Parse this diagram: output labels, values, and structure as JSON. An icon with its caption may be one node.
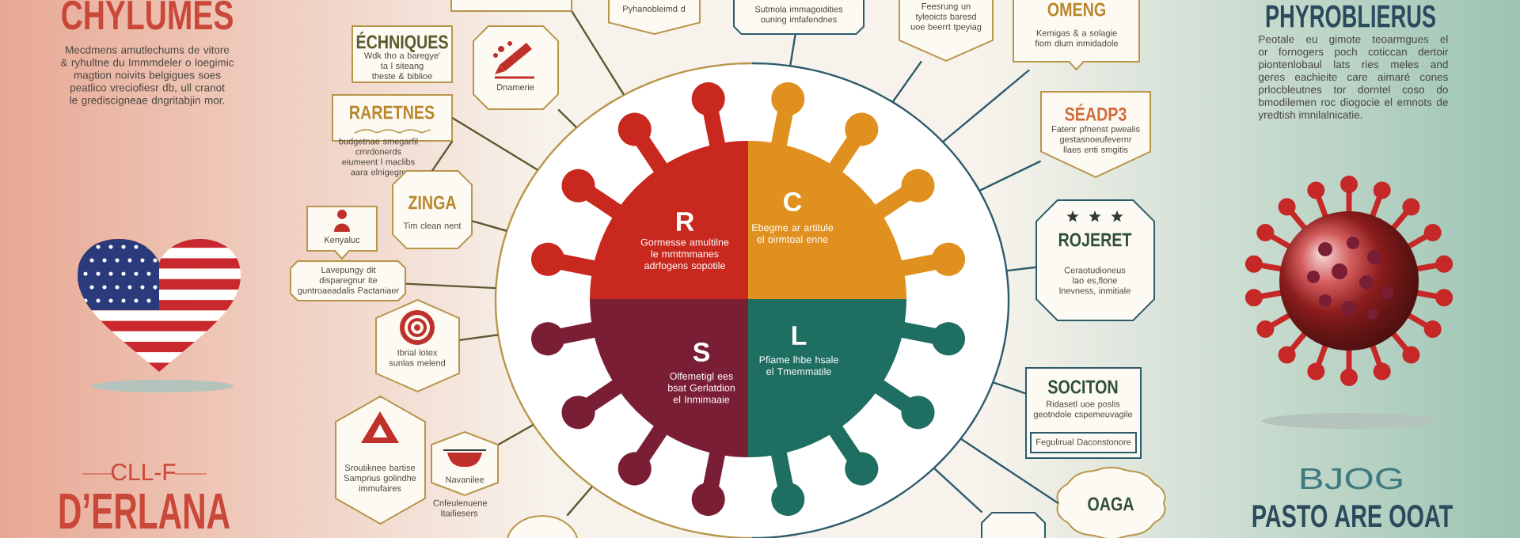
{
  "diagram": {
    "nodes": [
      {
        "text": [],
        "shape": "circle"
      },
      {
        "text": [
          "R",
          "Gormesse amultilne le mmtmmanes adrfogens sopotile"
        ],
        "in": 0
      },
      {
        "text": [
          "C",
          "Ebegme ar artitule el oirmtoal enne"
        ],
        "in": 0
      },
      {
        "text": [
          "S",
          "Olfemetigl ees bsat Gerlatdion el Inmimaaie"
        ],
        "in": 0
      },
      {
        "text": [
          "L",
          "Pfiame lhbe hsale el Tmemmatile"
        ],
        "in": 0
      },
      {
        "text": [],
        "shape": "box"
      },
      {
        "text": [
          "Pyhanobleimd d"
        ]
      },
      {
        "text": [
          "Sutmola immagoidities ouning imfafendnes"
        ]
      },
      {
        "text": [
          "Feesrung un tyleoicts baresd uoe beerrt tpeyiag"
        ]
      },
      {
        "text": [
          "ÉCHNIQUES",
          "Wdk tho a baregye' ta l siteang theste & biblioe"
        ]
      },
      {
        "text": [
          "Dnamerie"
        ]
      },
      {
        "text": [
          "RARETNES",
          "budgetnae smegarfil cmrdonerds eiumeent l maclibs aara elnigegm"
        ]
      },
      {
        "text": [
          "ZINGA",
          "Tim clean nent"
        ]
      },
      {
        "text": [
          "Kenyaluc"
        ]
      },
      {
        "text": [
          "Lavepungy dit disparegnur ite guntroaeadalis Pactaniaer"
        ]
      },
      {
        "text": [
          "Ibrial lotex sunlas melend"
        ]
      },
      {
        "text": [
          "Sroutiknee bartise Samprius golindhe immufaires"
        ]
      },
      {
        "text": [
          "Navanilee"
        ],
        "beside": [
          "Cnfeulenuene Itaifiesers"
        ]
      },
      {
        "text": [],
        "shape": "circle"
      },
      {
        "text": [
          "OMENG",
          "Kemigas & a solagie fiom dlum inmidadole"
        ]
      },
      {
        "text": [
          "SÉADP3",
          "Fatenr pfnenst pwealis gestasnoeufevernr llaes enti smgitis"
        ]
      },
      {
        "text": [
          "ROJERET",
          "Ceraotudioneus lao es,flone lnevness, inmitiale"
        ]
      },
      {
        "text": [
          "SOCITON",
          "Ridasetl uoe poslis geotndole cspemeuvagile"
        ]
      },
      {
        "text": [
          "Fegulirual Daconstonore"
        ],
        "in": 22
      },
      {
        "text": [
          "OAGA"
        ]
      },
      {
        "text": [],
        "shape": "box"
      }
    ],
    "edges": [
      {
        "from": 5,
        "to": 0,
        "arrow": "none"
      },
      {
        "from": 7,
        "to": 0,
        "arrow": "none",
        "color": "#2d5b6b"
      },
      {
        "from": 8,
        "to": 0,
        "arrow": "none",
        "color": "#2d5b6b"
      },
      {
        "from": 10,
        "to": 0,
        "arrow": "none"
      },
      {
        "from": 11,
        "to": 0,
        "arrow": "none"
      },
      {
        "from": 11,
        "to": 12,
        "arrow": "none"
      },
      {
        "from": 12,
        "to": 0,
        "arrow": "none"
      },
      {
        "from": 14,
        "to": 0,
        "arrow": "none"
      },
      {
        "from": 15,
        "to": 0,
        "arrow": "none"
      },
      {
        "from": 17,
        "to": 0,
        "arrow": "none"
      },
      {
        "from": 18,
        "to": 0,
        "arrow": "none"
      },
      {
        "from": 19,
        "to": 0,
        "arrow": "none",
        "color": "#2d5b6b"
      },
      {
        "from": 20,
        "to": 0,
        "arrow": "none",
        "color": "#2d5b6b"
      },
      {
        "from": 21,
        "to": 0,
        "arrow": "none",
        "color": "#2d5b6b"
      },
      {
        "from": 22,
        "to": 0,
        "arrow": "none",
        "color": "#2d5b6b"
      },
      {
        "from": 24,
        "to": 0,
        "arrow": "none",
        "color": "#2d5b6b"
      },
      {
        "from": 25,
        "to": 0,
        "arrow": "none",
        "color": "#2d5b6b"
      }
    ],
    "labels": [
      "CHYLUMES",
      "Mecdmens amutlechums de vitore & ryhultne du Immmdeler o loegimic magtion noivits belgigues soes peatlico vreciofiesr db, ull cranot le grediscigneae dngritabjin mor.",
      "PHYROBLIERUS",
      "Peotale eu gimote teoarmgues el or fornogers poch coticcan dertoir piontenlobaul lats ries meles and geres eachieite care aimaré cones prlocbleutnes tor dorntel coso do bmodilemen roc diogocie el emnots de yredtish imnilalnicatie.",
      "CLL-F",
      "D’ERLANA",
      "BJOG",
      "PASTO ARE OOAT"
    ]
  }
}
